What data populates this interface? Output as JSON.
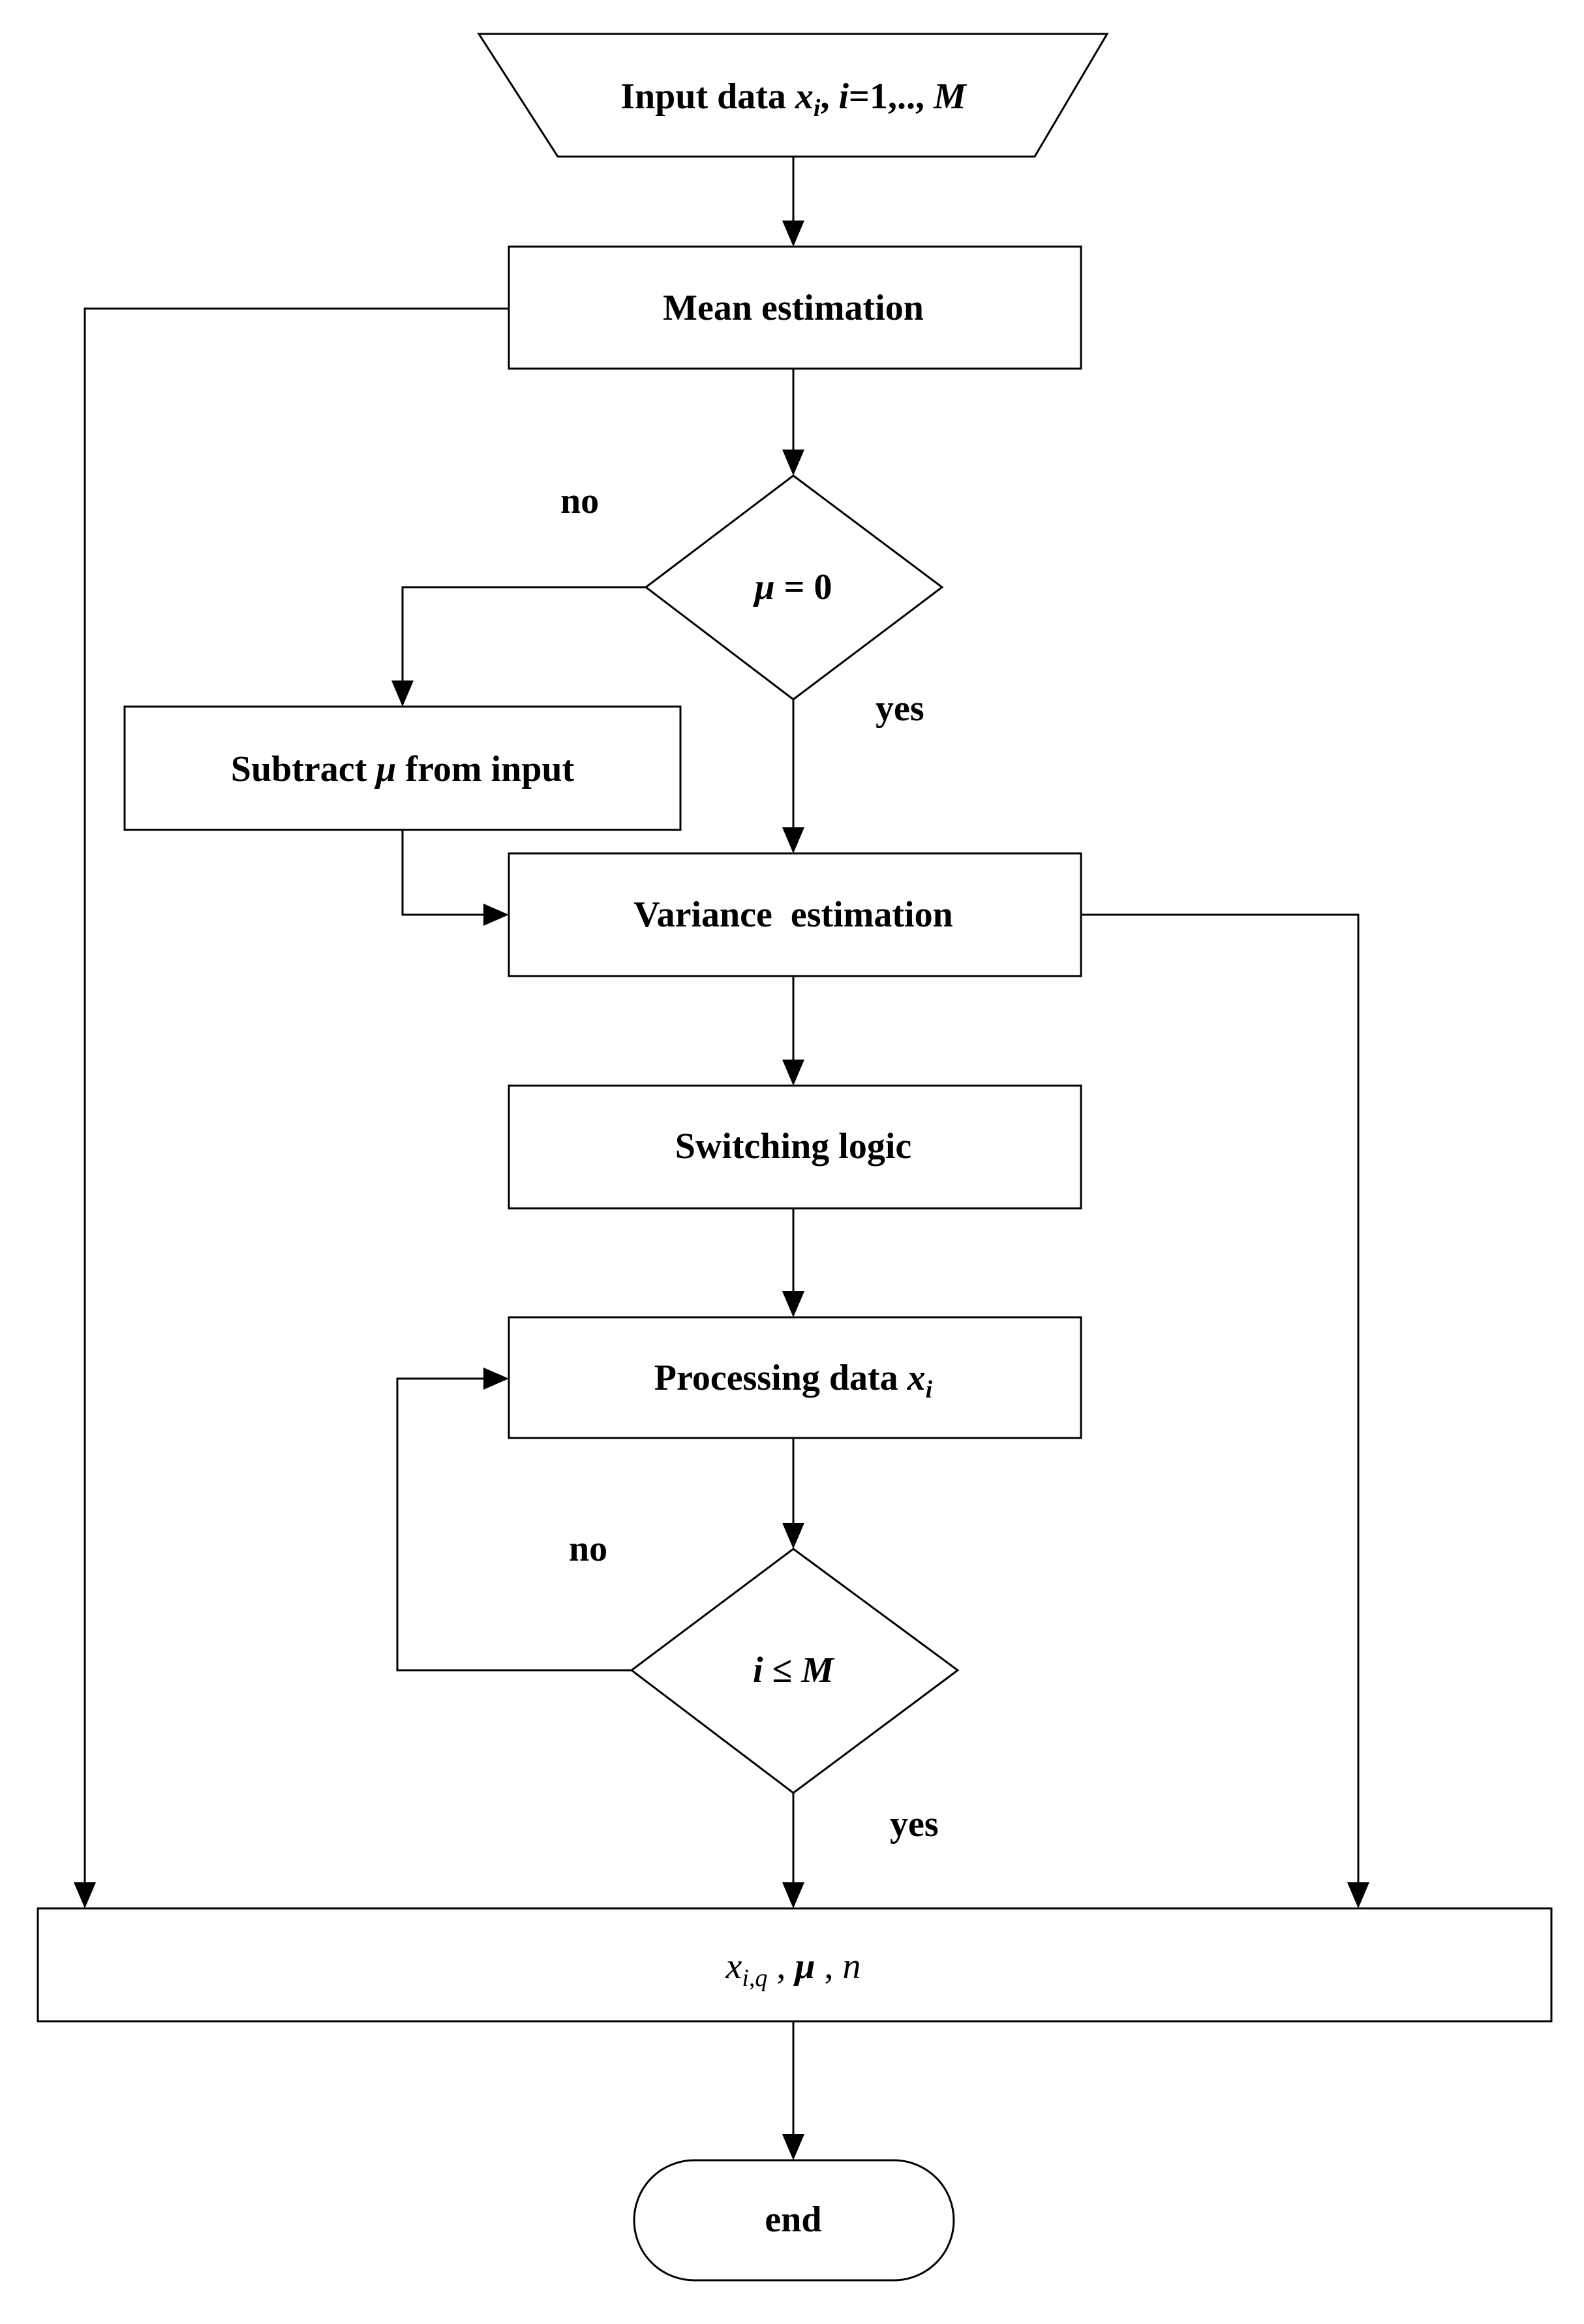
{
  "diagram": {
    "input_node": {
      "prefix": "Input data ",
      "var": "x",
      "var_sub": "i",
      "sep": ", ",
      "idx": "i",
      "range": "=1,.., ",
      "end": "M"
    },
    "mean_node": {
      "label": "Mean estimation"
    },
    "decision_mu": {
      "symbol": "μ",
      "rest": " = 0"
    },
    "decision_mu_no": {
      "label": "no"
    },
    "decision_mu_yes": {
      "label": "yes"
    },
    "subtract_node": {
      "before": "Subtract ",
      "symbol": "μ",
      "after": " from input"
    },
    "variance_node": {
      "label": "Variance  estimation"
    },
    "switching_node": {
      "label": "Switching logic"
    },
    "processing_node": {
      "label": "Processing data ",
      "var": "x",
      "var_sub": "i"
    },
    "decision_i": {
      "var": "i",
      "op": " ≤ ",
      "end": "M"
    },
    "decision_i_no": {
      "label": "no"
    },
    "decision_i_yes": {
      "label": "yes"
    },
    "output_node": {
      "var": "x",
      "var_sub": "i,q",
      "sep1": " , ",
      "mu": "μ",
      "sep2": " , ",
      "n": "n"
    },
    "end_node": {
      "label": "end"
    }
  }
}
